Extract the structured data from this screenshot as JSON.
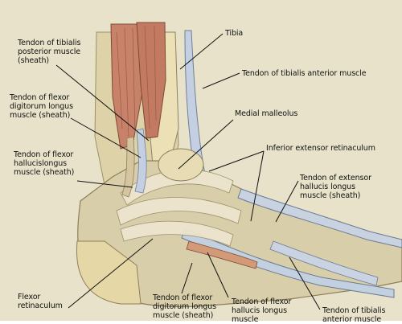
{
  "colors": {
    "background": "#e7e2c9",
    "muscle": "#c8826a",
    "tendon": "#c4d0e2",
    "bone": "#e6d7a6",
    "leader": "#111111"
  },
  "labels": {
    "tibia": "Tibia",
    "tibialis_posterior": "Tendon of tibialis\nposterior muscle\n(sheath)",
    "tibialis_anterior_top": "Tendon of tibialis anterior muscle",
    "medial_malleolus": "Medial malleolus",
    "flexor_digitorum_left": "Tendon of flexor\ndigitorum longus\nmuscle (sheath)",
    "inferior_extensor_retinaculum": "Inferior extensor retinaculum",
    "flexor_hallucis_left": "Tendon of flexor\nhallucislongus\nmuscle (sheath)",
    "extensor_hallucis": "Tendon of extensor\nhallucis longus\nmuscle (sheath)",
    "flexor_retinaculum": "Flexor\nretinaculum",
    "flexor_digitorum_bottom": "Tendon of flexor\ndigitorum longus\nmuscle (sheath)",
    "flexor_hallucis_bottom": "Tendon of flexor\nhallucis longus\nmuscle",
    "tibialis_anterior_bottom": "Tendon of tibialis\nanterior muscle"
  }
}
